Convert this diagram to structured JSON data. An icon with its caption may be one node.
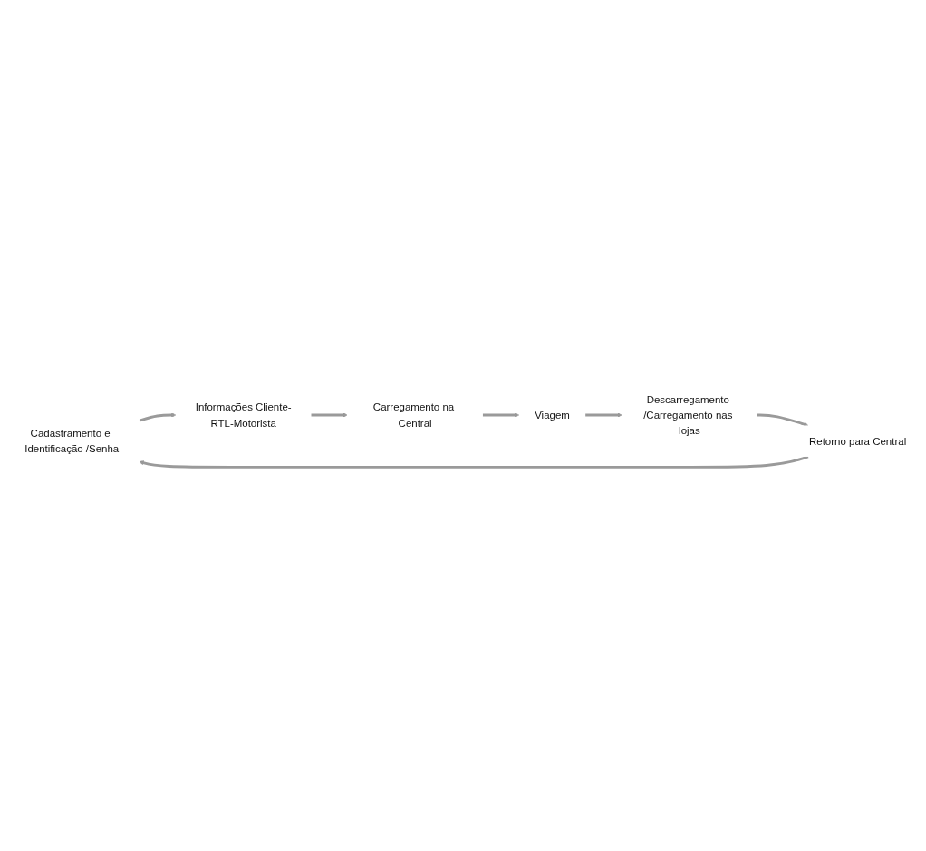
{
  "diagram": {
    "nodes": [
      {
        "text": [
          "Cadastramento e Identificação /Senha"
        ]
      },
      {
        "text": [
          "Informações Cliente-RTL-Motorista"
        ]
      },
      {
        "text": [
          "Carregamento na Central"
        ]
      },
      {
        "text": [
          "Viagem"
        ]
      },
      {
        "text": [
          "Descarregamento /Carregamento nas lojas"
        ]
      },
      {
        "text": [
          "Retorno para Central"
        ]
      }
    ],
    "edges": [
      {
        "from": 0,
        "to": 1,
        "arrow": "to"
      },
      {
        "from": 1,
        "to": 2,
        "arrow": "to"
      },
      {
        "from": 2,
        "to": 3,
        "arrow": "to"
      },
      {
        "from": 3,
        "to": 4,
        "arrow": "to"
      },
      {
        "from": 4,
        "to": 5,
        "arrow": "to"
      },
      {
        "from": 5,
        "to": 0,
        "arrow": "to"
      }
    ]
  }
}
